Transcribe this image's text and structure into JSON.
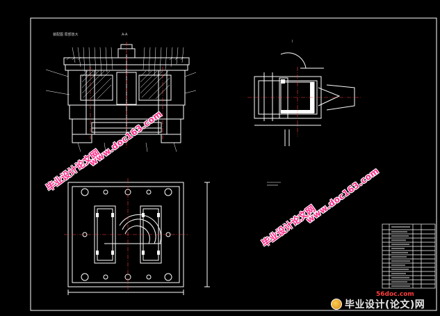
{
  "labels": {
    "section_label": "装配图 局部放大",
    "view_a_label": "A-A",
    "view_r_label": "I"
  },
  "watermarks": {
    "cn_text": "毕业设计论文网",
    "url_text": "www.doc163.com"
  },
  "footer": {
    "site_small": "56doc.com",
    "brand_text": "毕业设计(论文)网"
  },
  "colors": {
    "background": "#000000",
    "drawing_white": "#ffffff",
    "centerline_red": "#ff3b3b",
    "watermark_pink": "#ff2d8a",
    "footer_site_red": "#ff3d3d"
  }
}
